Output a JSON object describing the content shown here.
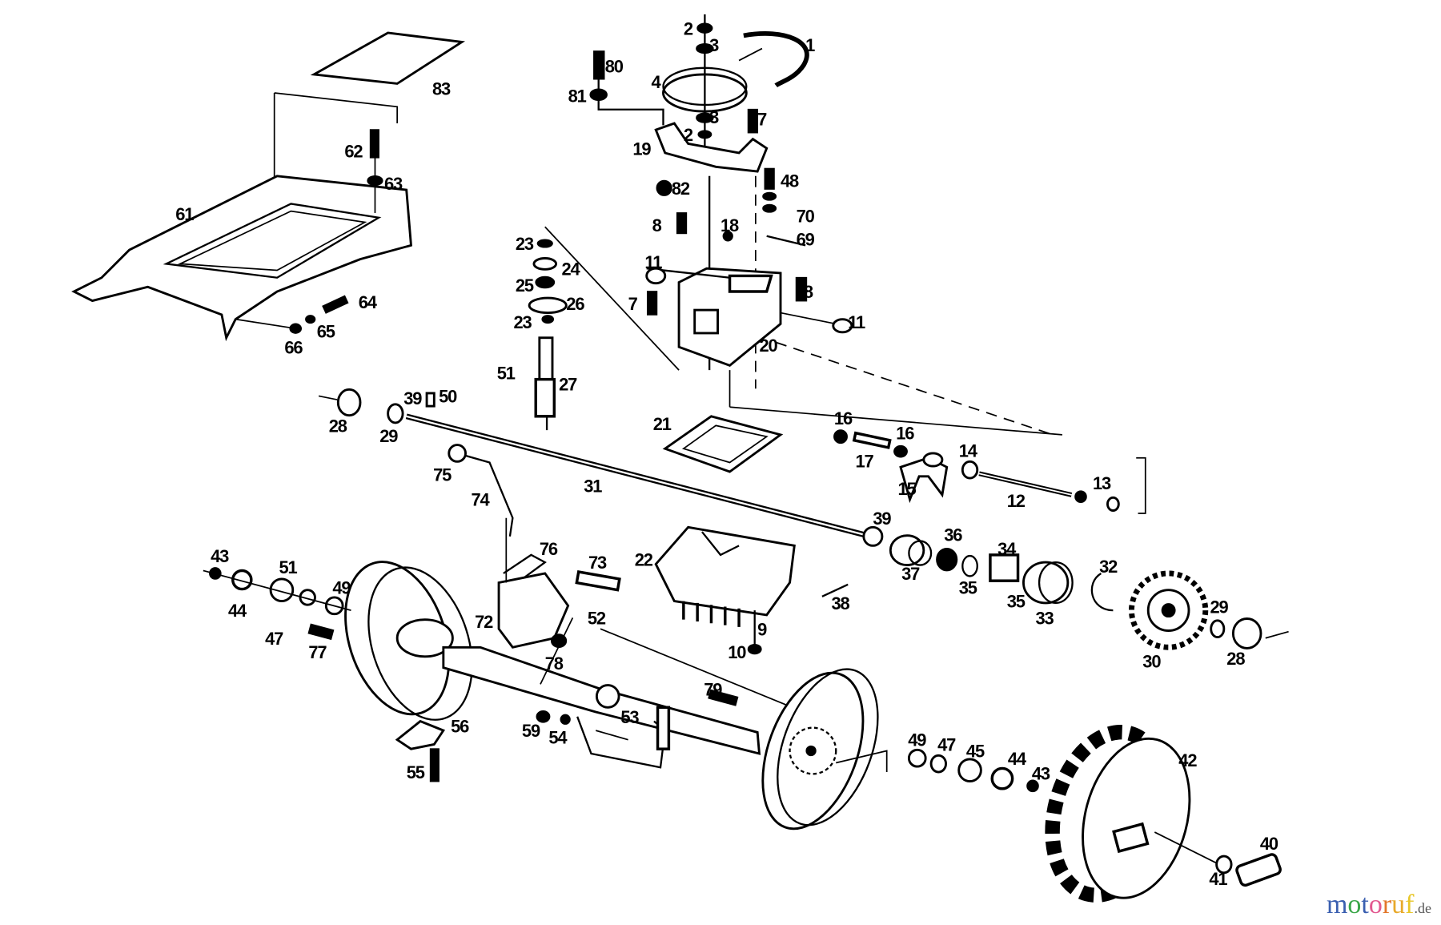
{
  "diagram": {
    "type": "exploded-parts-diagram",
    "part_labels": [
      "1",
      "2",
      "3",
      "4",
      "80",
      "81",
      "3",
      "7",
      "2",
      "19",
      "82",
      "48",
      "70",
      "69",
      "18",
      "8",
      "83",
      "62",
      "63",
      "61",
      "64",
      "65",
      "66",
      "23",
      "24",
      "25",
      "26",
      "23",
      "11",
      "7",
      "8",
      "11",
      "20",
      "51",
      "27",
      "28",
      "29",
      "39",
      "50",
      "21",
      "16",
      "16",
      "17",
      "14",
      "15",
      "12",
      "13",
      "75",
      "31",
      "74",
      "39",
      "36",
      "37",
      "34",
      "35",
      "35",
      "33",
      "32",
      "29",
      "28",
      "30",
      "22",
      "76",
      "73",
      "38",
      "9",
      "10",
      "43",
      "44",
      "51",
      "47",
      "49",
      "77",
      "72",
      "78",
      "52",
      "79",
      "53",
      "54",
      "59",
      "56",
      "55",
      "49",
      "47",
      "45",
      "44",
      "43",
      "42",
      "40",
      "41"
    ]
  },
  "watermark": {
    "letters": [
      {
        "ch": "m",
        "color": "#3a5fb0"
      },
      {
        "ch": "o",
        "color": "#3aa648"
      },
      {
        "ch": "t",
        "color": "#3a5fb0"
      },
      {
        "ch": "o",
        "color": "#e2588f"
      },
      {
        "ch": "r",
        "color": "#e2762a"
      },
      {
        "ch": "u",
        "color": "#e8a92a"
      },
      {
        "ch": "f",
        "color": "#e8c72a"
      }
    ],
    "suffix": ".de"
  }
}
